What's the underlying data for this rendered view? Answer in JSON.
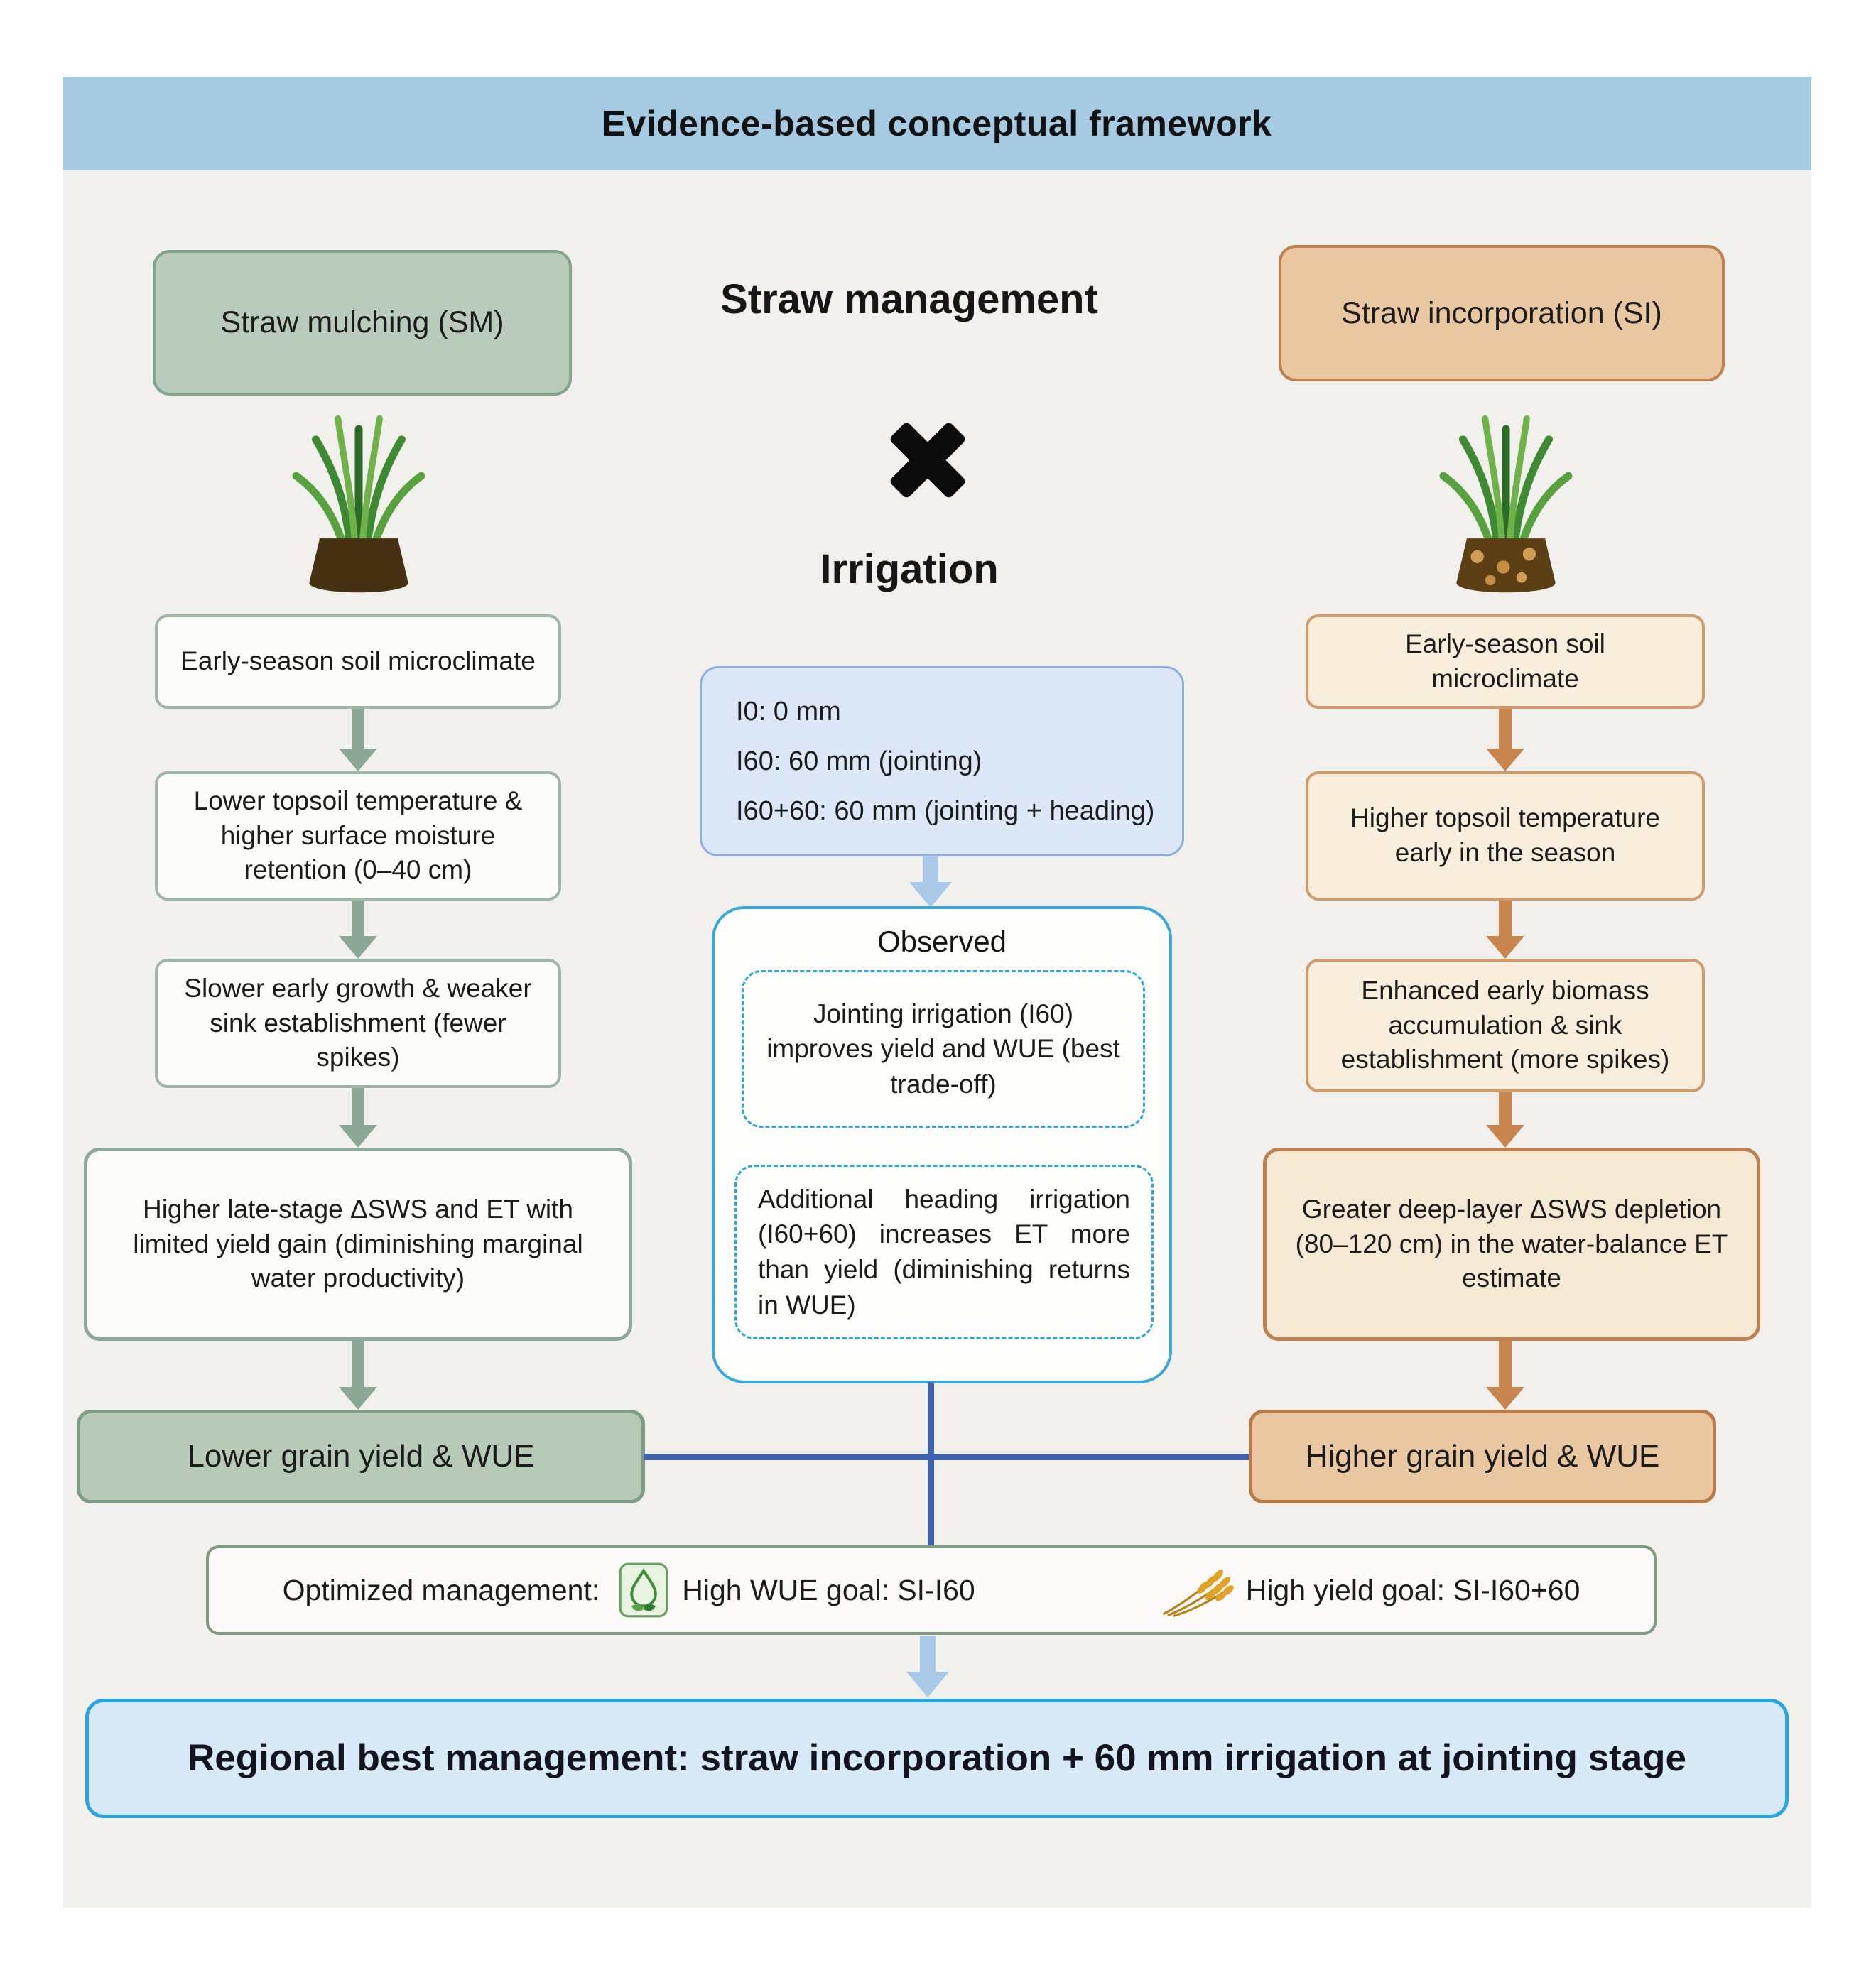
{
  "header": {
    "title": "Evidence-based conceptual framework"
  },
  "left": {
    "title": "Straw mulching (SM)",
    "steps": [
      "Early-season soil microclimate",
      "Lower topsoil temperature & higher surface moisture retention (0–40 cm)",
      "Slower early growth & weaker sink establishment (fewer spikes)",
      "Higher late-stage ΔSWS and ET with limited yield gain (diminishing marginal water productivity)"
    ],
    "outcome": "Lower grain yield & WUE"
  },
  "center": {
    "straw_title": "Straw management",
    "irrigation_title": "Irrigation",
    "irrigation_levels": [
      "I0: 0 mm",
      "I60: 60 mm (jointing)",
      "I60+60: 60 mm (jointing + heading)"
    ],
    "observed": {
      "title": "Observed",
      "findings": [
        "Jointing irrigation (I60) improves yield and WUE (best trade-off)",
        "Additional heading irrigation (I60+60) increases ET more than yield (diminishing returns in WUE)"
      ]
    }
  },
  "right": {
    "title": "Straw incorporation (SI)",
    "steps": [
      "Early-season soil microclimate",
      "Higher topsoil temperature early in the season",
      "Enhanced early biomass accumulation & sink establishment (more spikes)",
      "Greater deep-layer ΔSWS depletion (80–120 cm) in the water-balance ET estimate"
    ],
    "outcome": "Higher grain yield & WUE"
  },
  "optimized": {
    "label": "Optimized  management:",
    "wue_goal": "High WUE goal: SI-I60",
    "yield_goal": "High yield goal:  SI-I60+60"
  },
  "regional": {
    "text": "Regional best management: straw incorporation + 60 mm irrigation at jointing stage"
  },
  "icons": {
    "cross": "heavy-multiplication-x",
    "sm_plant": "grass-tuft-in-soil",
    "si_plant": "grass-tuft-in-soil",
    "wue": "water-drop-with-leaves",
    "yield": "wheat-ears"
  },
  "colors": {
    "header_bg": "#a7cae3",
    "panel_bg": "#f2f0ed",
    "sm_fill": "#b9cbba",
    "sm_border": "#84a58c",
    "sm_arrow": "#8ba894",
    "si_fill": "#e9c7a1",
    "si_border": "#bf7f4f",
    "si_arrow": "#c9854e",
    "irrigation_fill": "#dce8f7",
    "observed_border": "#39a8da",
    "dashed_border": "#2aa6dd",
    "connector_blue": "#3f63ae",
    "light_blue_arrow": "#a9c9e9",
    "regional_fill": "#d8eaf8",
    "regional_border": "#2aa4dd",
    "wheat_gold": "#dfa32a",
    "leaf_green": "#3f8f3a"
  }
}
